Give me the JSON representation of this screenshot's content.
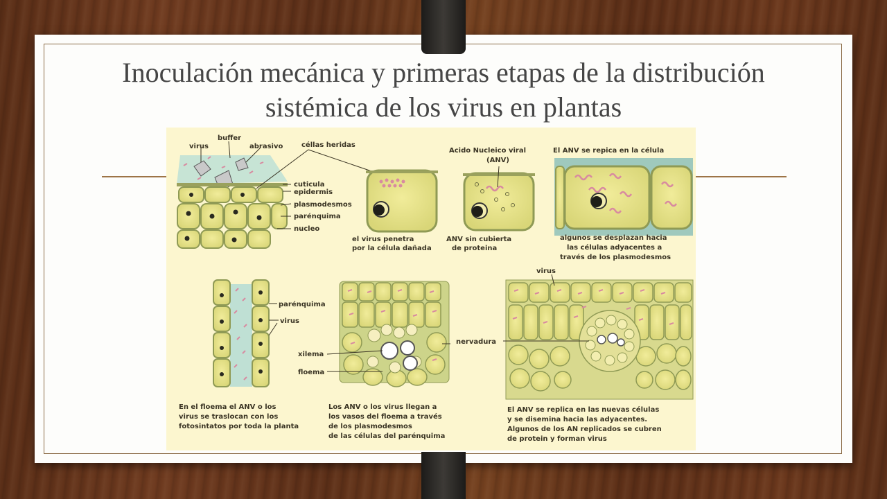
{
  "slide": {
    "title_line1": "Inoculación mecánica y primeras etapas de la distribución",
    "title_line2": "sistémica de los virus en plantas"
  },
  "figure": {
    "panel1": {
      "labels": [
        "virus",
        "buffer",
        "abrasivo",
        "céllas heridas",
        "cuticula",
        "epidermis",
        "plasmodesmos",
        "parénquima",
        "nucleo"
      ]
    },
    "panel2": {
      "caption_line1": "el virus penetra",
      "caption_line2": "por la célula dañada"
    },
    "panel3": {
      "label_line1": "Acido Nucleico viral",
      "label_line2": "(ANV)",
      "caption_line1": "ANV sin cubierta",
      "caption_line2": "de proteina"
    },
    "panel4": {
      "label": "El ANV se repica en la célula",
      "caption_line1": "algunos se desplazan hacia",
      "caption_line2": "las células adyacentes a",
      "caption_line3": "través de los plasmodesmos"
    },
    "panel5": {
      "labels": [
        "parénquima",
        "virus"
      ],
      "caption_line1": "En el floema el ANV o los",
      "caption_line2": "virus se traslocan con los",
      "caption_line3": "fotosintatos por toda la planta"
    },
    "panel6": {
      "labels": [
        "xilema",
        "floema"
      ],
      "caption_line1": "Los ANV o los virus llegan a",
      "caption_line2": "los vasos del floema a través",
      "caption_line3": "de los plasmodesmos",
      "caption_line4": "de las células del parénquima"
    },
    "panel7": {
      "labels": [
        "virus",
        "nervadura"
      ],
      "caption_line1": "El ANV se replica en las nuevas células",
      "caption_line2": "y se disemina hacia las adyacentes.",
      "caption_line3": "Algunos de los AN replicados se cubren",
      "caption_line4": "de protein y forman virus"
    }
  },
  "colors": {
    "cell_fill": "#e9e58a",
    "cell_wall": "#8f9a55",
    "virus": "#d88aa0",
    "figure_bg": "#fcf6cf",
    "title": "#454545",
    "rule": "#9d7446"
  }
}
